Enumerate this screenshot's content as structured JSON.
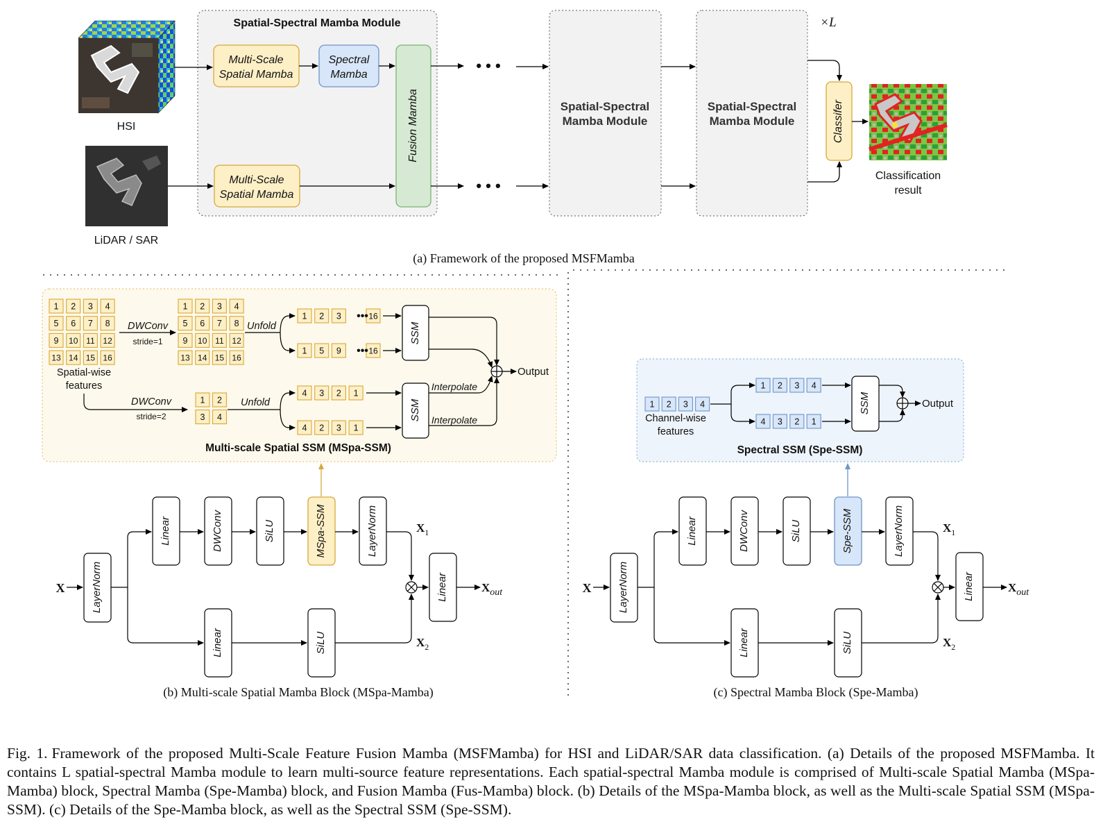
{
  "framework": {
    "module_title": "Spatial-Spectral Mamba Module",
    "msspa_label_1": [
      "Multi-Scale",
      "Spatial Mamba"
    ],
    "msspa_label_2": [
      "Multi-Scale",
      "Spatial Mamba"
    ],
    "spectral_mamba": [
      "Spectral",
      "Mamba"
    ],
    "fusion_mamba": "Fusion Mamba",
    "ellipsis": "• • •",
    "module_box_2": [
      "Spatial-Spectral",
      "Mamba Module"
    ],
    "module_box_3": [
      "Spatial-Spectral",
      "Mamba Module"
    ],
    "repeat_label": "×L",
    "classifier": "Classifer",
    "hsi_label": "HSI",
    "lidar_label": "LiDAR / SAR",
    "result_label": [
      "Classification",
      "result"
    ],
    "caption": "(a) Framework of the proposed MSFMamba"
  },
  "mspa_ssm": {
    "title": "Multi-scale Spatial SSM (MSpa-SSM)",
    "grid": [
      "1",
      "2",
      "3",
      "4",
      "5",
      "6",
      "7",
      "8",
      "9",
      "10",
      "11",
      "12",
      "13",
      "14",
      "15",
      "16"
    ],
    "input_label": [
      "Spatial-wise",
      "features"
    ],
    "dwconv1": "DWConv",
    "stride1": "stride=1",
    "dwconv2": "DWConv",
    "stride2": "stride=2",
    "unfold1": "Unfold",
    "unfold2": "Unfold",
    "seq_row1": [
      "1",
      "2",
      "3",
      "16"
    ],
    "seq_row2": [
      "1",
      "5",
      "9",
      "16"
    ],
    "small_grid": [
      "1",
      "2",
      "3",
      "4"
    ],
    "seq_row3": [
      "4",
      "3",
      "2",
      "1"
    ],
    "seq_row4": [
      "4",
      "2",
      "3",
      "1"
    ],
    "ssm": "SSM",
    "interpolate": "Interpolate",
    "output": "Output"
  },
  "spe_ssm": {
    "title": "Spectral SSM (Spe-SSM)",
    "channels": [
      "1",
      "2",
      "3",
      "4"
    ],
    "input_label": [
      "Channel-wise",
      "features"
    ],
    "seq_fwd": [
      "1",
      "2",
      "3",
      "4"
    ],
    "seq_bwd": [
      "4",
      "3",
      "2",
      "1"
    ],
    "ssm": "SSM",
    "output": "Output"
  },
  "block_b": {
    "caption": "(b) Multi-scale Spatial Mamba Block (MSpa-Mamba)",
    "x_in": "X",
    "layernorm": "LayerNorm",
    "linear": "Linear",
    "dwconv": "DWConv",
    "silu": "SiLU",
    "core": "MSpa-SSM",
    "layernorm2": "LayerNorm",
    "linear_out": "Linear",
    "x1": "X",
    "x1_sub": "1",
    "x2": "X",
    "x2_sub": "2",
    "xout": "X",
    "xout_sub": "out"
  },
  "block_c": {
    "caption": "(c) Spectral Mamba Block (Spe-Mamba)",
    "x_in": "X",
    "layernorm": "LayerNorm",
    "linear": "Linear",
    "dwconv": "DWConv",
    "silu": "SiLU",
    "core": "Spe-SSM",
    "layernorm2": "LayerNorm",
    "linear_out": "Linear",
    "x1": "X",
    "x1_sub": "1",
    "x2": "X",
    "x2_sub": "2",
    "xout": "X",
    "xout_sub": "out"
  },
  "figure_caption": {
    "label": "Fig. 1.",
    "text": "Framework of the proposed Multi-Scale Feature Fusion Mamba (MSFMamba) for HSI and LiDAR/SAR data classification. (a) Details of the proposed MSFMamba. It contains L spatial-spectral Mamba module to learn multi-source feature representations. Each spatial-spectral Mamba module is comprised of Multi-scale Spatial Mamba (MSpa-Mamba) block, Spectral Mamba (Spe-Mamba) block, and Fusion Mamba (Fus-Mamba) block. (b) Details of the MSpa-Mamba block, as well as the Multi-scale Spatial SSM (MSpa-SSM). (c) Details of the Spe-Mamba block, as well as the Spectral SSM (Spe-SSM)."
  },
  "colors": {
    "yellow_fill": "#fdefc6",
    "yellow_stroke": "#d6a93a",
    "blue_fill": "#d7e6f8",
    "blue_stroke": "#6f94c7",
    "green_fill": "#d6ead3",
    "green_stroke": "#7ab375",
    "gray_fill": "#f2f2f2"
  }
}
